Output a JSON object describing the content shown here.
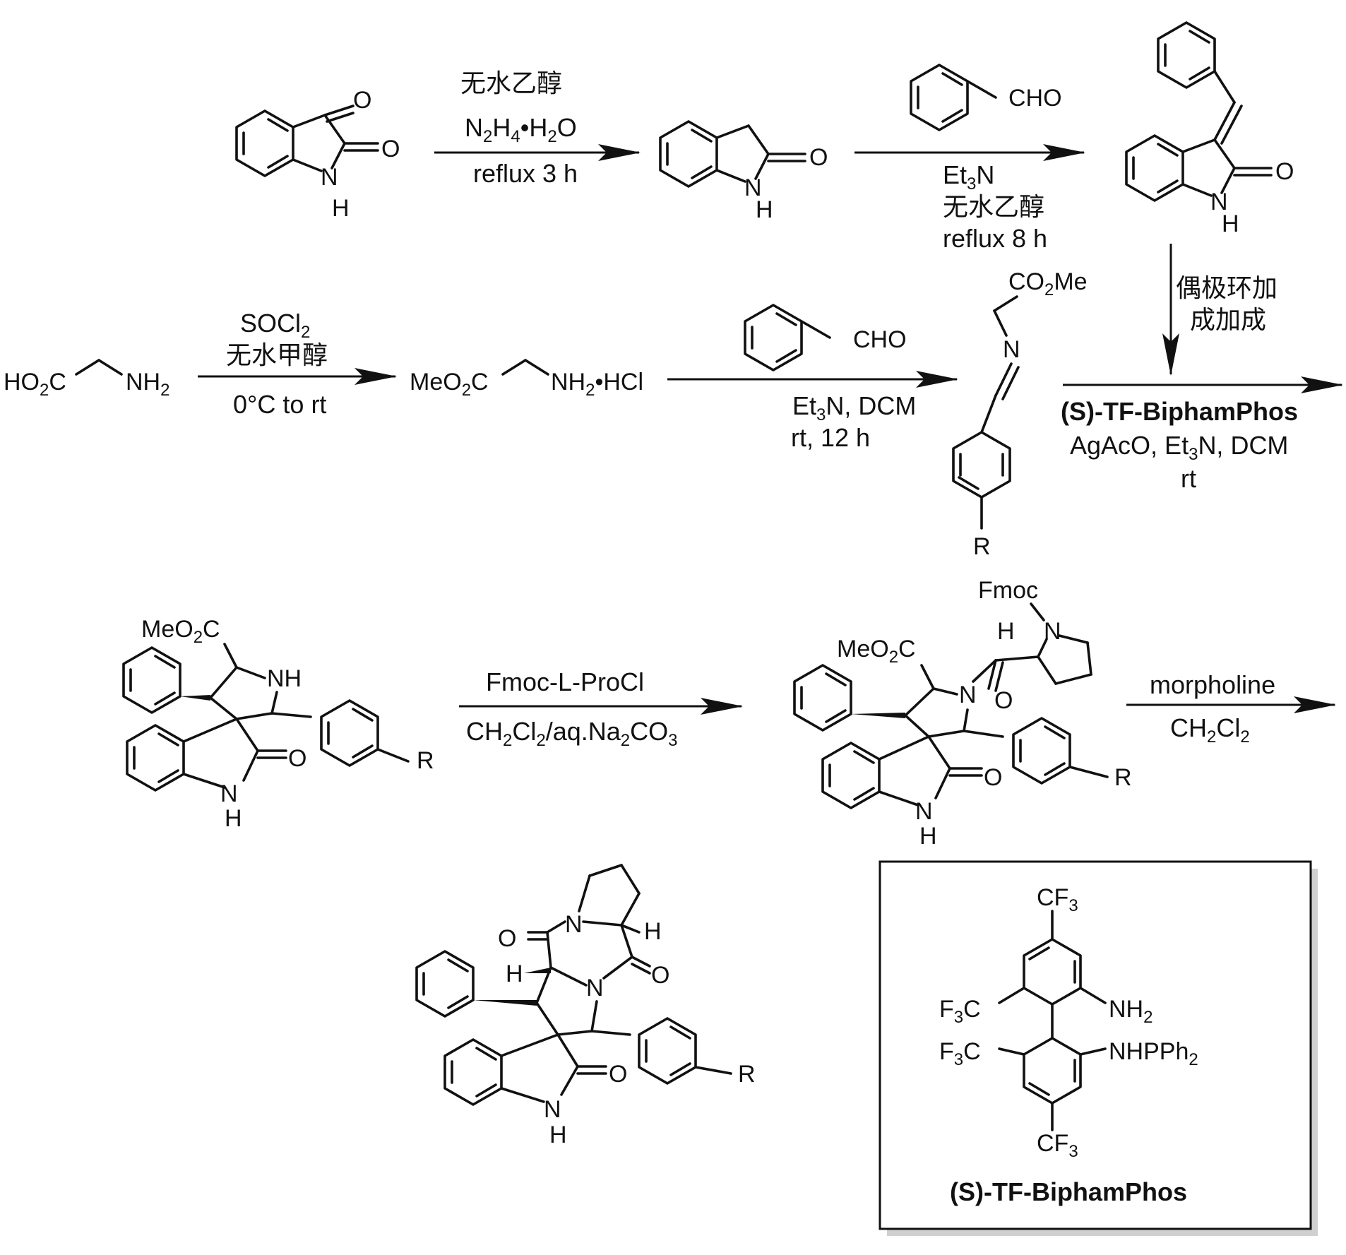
{
  "reagents": {
    "step1": {
      "line1": "无水乙醇",
      "line2": "N2H4•H2O",
      "line3": "reflux 3 h"
    },
    "step2": {
      "line1": "Et3N",
      "line2": "无水乙醇",
      "line3": "reflux 8 h"
    },
    "step3": {
      "line1": "偶极环加",
      "line2": "成加成"
    },
    "step4": {
      "line1": "SOCl2",
      "line2": "无水甲醇",
      "line3": "0°C to rt"
    },
    "step5": {
      "line1": "Et3N, DCM",
      "line2": "rt, 12 h"
    },
    "step6": {
      "line1": "(S)-TF-BiphamPhos",
      "line2": "AgAcO, Et3N, DCM",
      "line3": "rt"
    },
    "step7": {
      "line1": "Fmoc-L-ProCl",
      "line2": "CH2Cl2/aq.Na2CO3"
    },
    "step8": {
      "line1": "morpholine",
      "line2": "CH2Cl2"
    }
  },
  "labels": {
    "cho": "CHO",
    "o": "O",
    "h": "H",
    "n": "N",
    "nh": "NH",
    "r": "R",
    "fmoc": "Fmoc",
    "co2me": "CO2Me",
    "meo2c": "MeO2C",
    "ho2c": "HO2C",
    "nh2": "NH2",
    "meo2c_nh2_hcl": "MeO2C—NH2•HCl",
    "cf3": "CF3",
    "f3c": "F3C",
    "nhpph2": "NHPPh2"
  },
  "ligand_box": {
    "caption": "(S)-TF-BiphamPhos"
  }
}
